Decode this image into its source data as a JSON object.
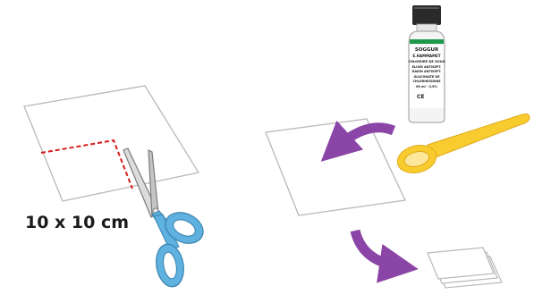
{
  "step1": {
    "dimension_label": "10 x 10 cm"
  },
  "step2": {
    "bottle_label": {
      "brand": "SOGGUR",
      "lines": [
        "E.HAMMAMET",
        "CHLORURE DE SOUD",
        "ELIXIR ANTISEPT.",
        "DAKIN ANTISEPT.",
        "GLUCONATE DE",
        "CHLORHEXIDINE",
        "60 ml - 0,5%"
      ],
      "ce_mark": "CE"
    }
  },
  "colors": {
    "arrow_purple": "#8a45a6",
    "cut_line_red": "#d91c1c",
    "scissors_blue": "#5fb1df",
    "spoon_yellow": "#f8cc2f",
    "bottle_cap": "#2a2a2a",
    "bottle_label_green": "#1c9a4a"
  },
  "icons": [
    "scissors-icon",
    "antiseptic-bottle-icon",
    "measuring-spoon-icon",
    "pour-arrow-icon",
    "fold-arrow-icon",
    "folded-compress-icon"
  ]
}
